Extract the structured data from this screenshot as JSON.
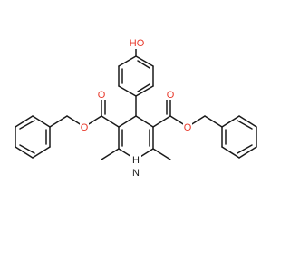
{
  "molecule": {
    "atoms": {
      "hydroxyl": "HO",
      "ester_left_carbonyl_o": "O",
      "ester_left_ether_o": "O",
      "ester_right_carbonyl_o": "O",
      "ester_right_ether_o": "O",
      "ring_nh": "H",
      "ring_n": "N"
    },
    "colors": {
      "oxygen": "#e8392b",
      "nitrogen": "#1a1a1a",
      "carbon_bond": "#1a1a1a"
    }
  }
}
